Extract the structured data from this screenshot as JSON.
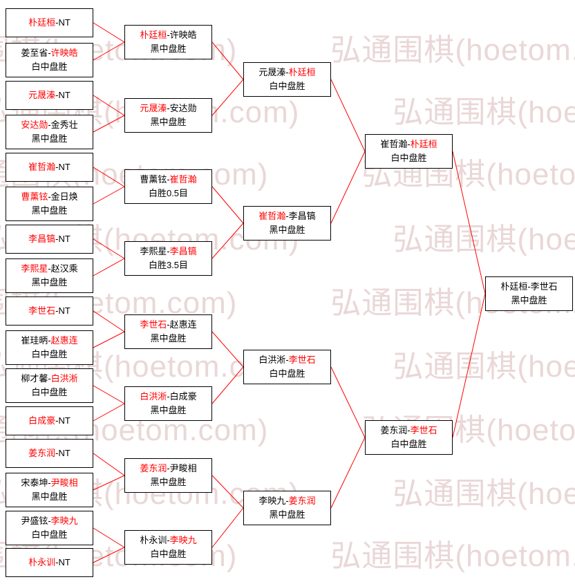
{
  "sep": "-",
  "colors": {
    "winner_text": "#ff0000",
    "line": "#ff0000",
    "box_border": "#000000",
    "watermark": "#ead7d7"
  },
  "watermark": {
    "text": "弘通围棋(hoetom.com)",
    "tile": "弘通围棋(hoetom.com)　　　弘通围棋(hoetom.com)　　　弘通围棋(hoetom.com)"
  },
  "rounds": [
    {
      "matches": [
        {
          "p1": "朴廷桓",
          "p1_color": "red",
          "p2": "NT",
          "p2_color": "black",
          "result": ""
        },
        {
          "p1": "姜至省",
          "p1_color": "black",
          "p2": "许映皓",
          "p2_color": "red",
          "result": "白中盘胜"
        },
        {
          "p1": "元晟溱",
          "p1_color": "red",
          "p2": "NT",
          "p2_color": "black",
          "result": ""
        },
        {
          "p1": "安达勋",
          "p1_color": "red",
          "p2": "金秀壮",
          "p2_color": "black",
          "result": "黑中盘胜"
        },
        {
          "p1": "崔哲瀚",
          "p1_color": "red",
          "p2": "NT",
          "p2_color": "black",
          "result": ""
        },
        {
          "p1": "曹薰铉",
          "p1_color": "red",
          "p2": "金日焕",
          "p2_color": "black",
          "result": "黑中盘胜"
        },
        {
          "p1": "李昌镐",
          "p1_color": "red",
          "p2": "NT",
          "p2_color": "black",
          "result": ""
        },
        {
          "p1": "李熙星",
          "p1_color": "red",
          "p2": "赵汉乘",
          "p2_color": "black",
          "result": "黑中盘胜"
        },
        {
          "p1": "李世石",
          "p1_color": "red",
          "p2": "NT",
          "p2_color": "black",
          "result": ""
        },
        {
          "p1": "崔珪昞",
          "p1_color": "black",
          "p2": "赵惠连",
          "p2_color": "red",
          "result": "白中盘胜"
        },
        {
          "p1": "柳才馨",
          "p1_color": "black",
          "p2": "白洪淅",
          "p2_color": "red",
          "result": "白中盘胜"
        },
        {
          "p1": "白成豪",
          "p1_color": "red",
          "p2": "NT",
          "p2_color": "black",
          "result": ""
        },
        {
          "p1": "姜东润",
          "p1_color": "red",
          "p2": "NT",
          "p2_color": "black",
          "result": ""
        },
        {
          "p1": "宋泰坤",
          "p1_color": "black",
          "p2": "尹畯相",
          "p2_color": "red",
          "result": "黑中盘胜"
        },
        {
          "p1": "尹盛铉",
          "p1_color": "black",
          "p2": "李映九",
          "p2_color": "red",
          "result": "白中盘胜"
        },
        {
          "p1": "朴永训",
          "p1_color": "red",
          "p2": "NT",
          "p2_color": "black",
          "result": ""
        }
      ]
    },
    {
      "matches": [
        {
          "p1": "朴廷桓",
          "p1_color": "red",
          "p2": "许映皓",
          "p2_color": "black",
          "result": "黑中盘胜"
        },
        {
          "p1": "元晟溱",
          "p1_color": "red",
          "p2": "安达勋",
          "p2_color": "black",
          "result": "黑中盘胜"
        },
        {
          "p1": "曹薰铉",
          "p1_color": "black",
          "p2": "崔哲瀚",
          "p2_color": "red",
          "result": "白胜0.5目"
        },
        {
          "p1": "李熙星",
          "p1_color": "black",
          "p2": "李昌镐",
          "p2_color": "red",
          "result": "白胜3.5目"
        },
        {
          "p1": "李世石",
          "p1_color": "red",
          "p2": "赵惠连",
          "p2_color": "black",
          "result": "黑中盘胜"
        },
        {
          "p1": "白洪淅",
          "p1_color": "red",
          "p2": "白成豪",
          "p2_color": "black",
          "result": "黑中盘胜"
        },
        {
          "p1": "姜东润",
          "p1_color": "red",
          "p2": "尹畯相",
          "p2_color": "black",
          "result": "黑中盘胜"
        },
        {
          "p1": "朴永训",
          "p1_color": "black",
          "p2": "李映九",
          "p2_color": "red",
          "result": "白中盘胜"
        }
      ]
    },
    {
      "matches": [
        {
          "p1": "元晟溱",
          "p1_color": "black",
          "p2": "朴廷桓",
          "p2_color": "red",
          "result": "白中盘胜"
        },
        {
          "p1": "崔哲瀚",
          "p1_color": "red",
          "p2": "李昌镐",
          "p2_color": "black",
          "result": "黑中盘胜"
        },
        {
          "p1": "白洪淅",
          "p1_color": "black",
          "p2": "李世石",
          "p2_color": "red",
          "result": "白中盘胜"
        },
        {
          "p1": "李映九",
          "p1_color": "black",
          "p2": "姜东润",
          "p2_color": "red",
          "result": "黑中盘胜"
        }
      ]
    },
    {
      "matches": [
        {
          "p1": "崔哲瀚",
          "p1_color": "black",
          "p2": "朴廷桓",
          "p2_color": "red",
          "result": "白中盘胜"
        },
        {
          "p1": "姜东润",
          "p1_color": "black",
          "p2": "李世石",
          "p2_color": "red",
          "result": "白中盘胜"
        }
      ]
    },
    {
      "matches": [
        {
          "p1": "朴廷桓",
          "p1_color": "black",
          "p2": "李世石",
          "p2_color": "black",
          "result": "黑中盘胜"
        }
      ]
    }
  ]
}
